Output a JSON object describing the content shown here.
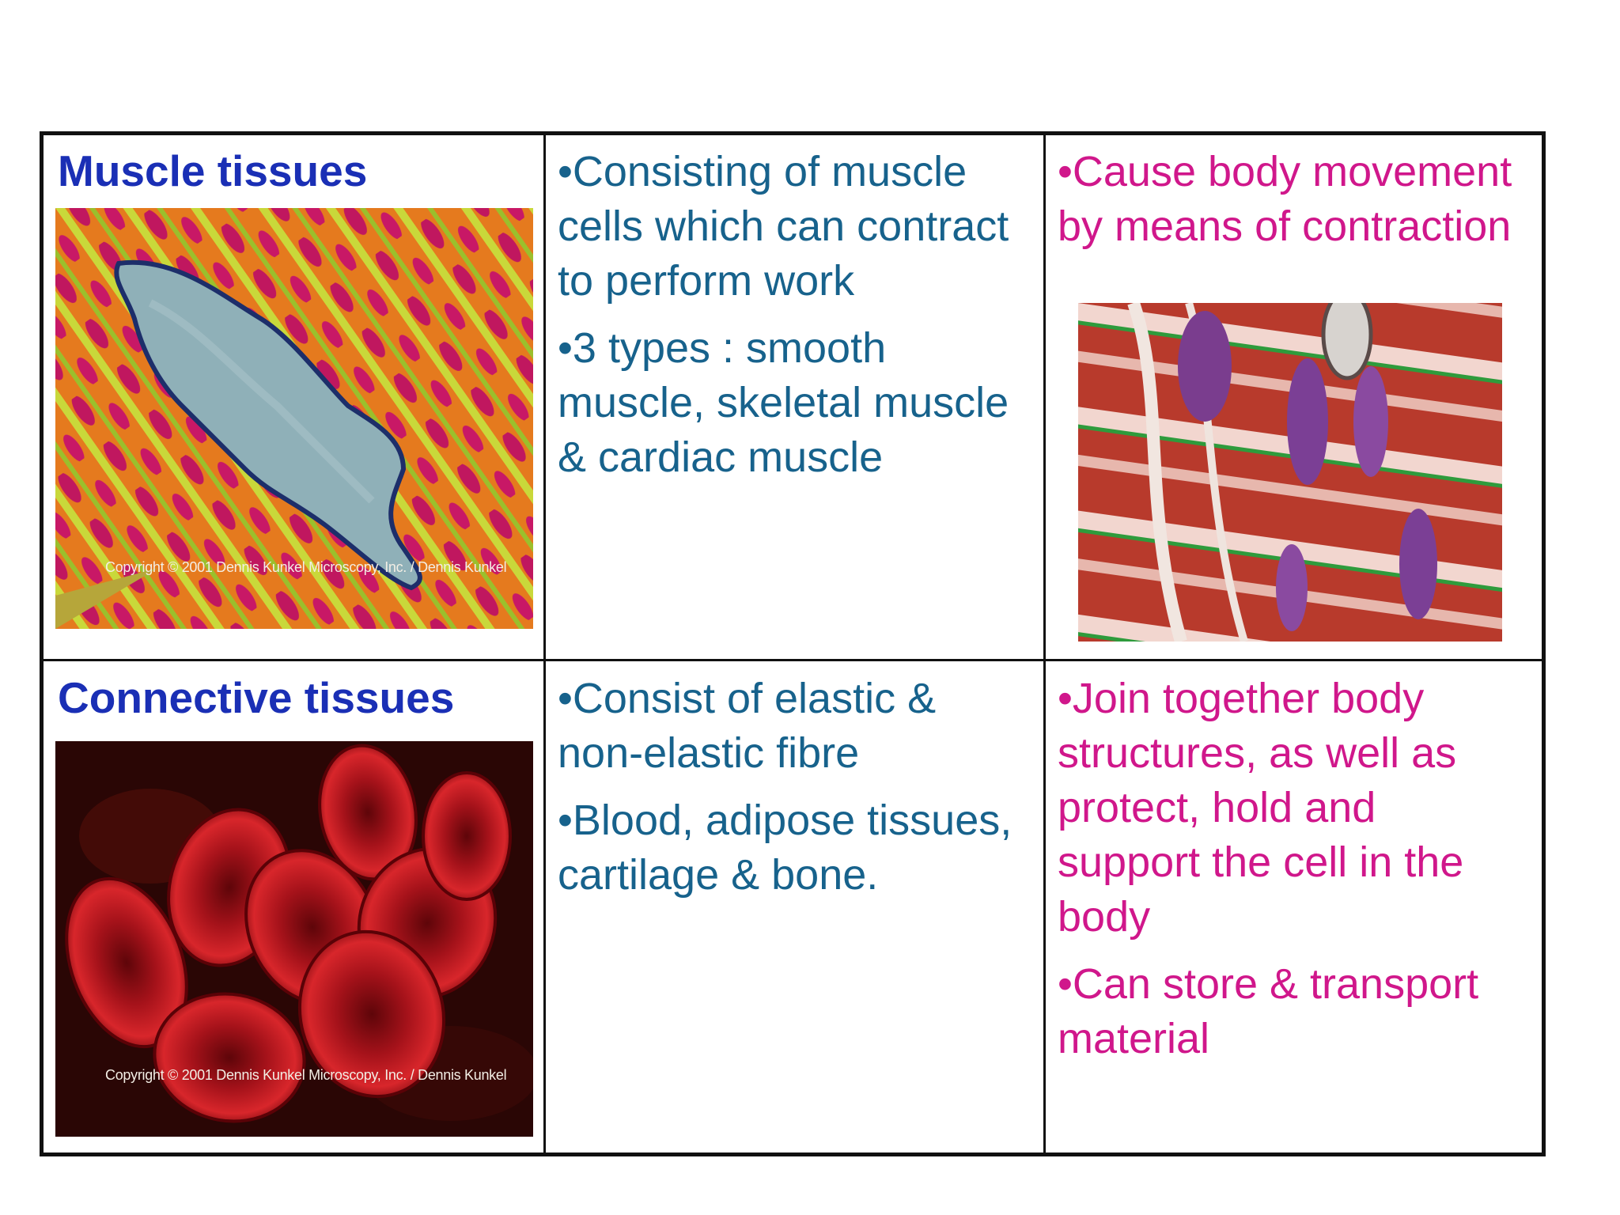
{
  "rows": [
    {
      "tissue_label": "Muscle tissues",
      "description": [
        "•Consisting of muscle cells which can contract to perform work",
        "•3 types : smooth muscle, skeletal muscle & cardiac muscle"
      ],
      "function": [
        "•Cause body movement by means of contraction"
      ],
      "image_caption": "Copyright © 2001 Dennis Kunkel Microscopy, Inc. / Dennis Kunkel"
    },
    {
      "tissue_label": "Connective tissues",
      "description": [
        "•Consist of elastic & non-elastic fibre",
        "•Blood, adipose tissues, cartilage & bone."
      ],
      "function": [
        "•Join together body structures, as well as protect, hold and support the cell in the body",
        "•Can store & transport material"
      ],
      "image_caption": "Copyright © 2001 Dennis Kunkel Microscopy, Inc. / Dennis Kunkel"
    }
  ],
  "colors": {
    "label": "#1a2fb5",
    "description": "#17628c",
    "function": "#d0178b",
    "border": "#111111"
  }
}
